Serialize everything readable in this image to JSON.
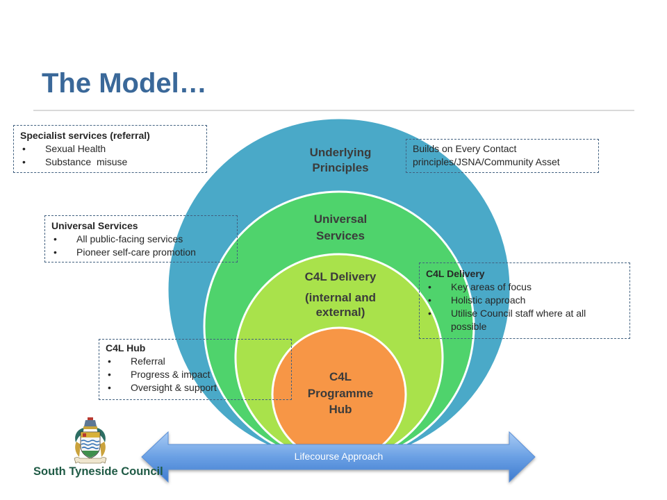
{
  "slide": {
    "title": "The Model…"
  },
  "target_diagram": {
    "rings": [
      {
        "lines": [
          "Underlying",
          "Principles"
        ],
        "color": "#4aa9c8"
      },
      {
        "lines": [
          "Universal",
          "Services"
        ],
        "color": "#4fd36c"
      },
      {
        "lines": [
          "C4L Delivery",
          "(internal and",
          "external)"
        ],
        "color": "#a9e24b"
      },
      {
        "lines": [
          "C4L",
          "Programme",
          "Hub"
        ],
        "color": "#f79646"
      }
    ]
  },
  "callouts": {
    "specialist": {
      "heading": "Specialist services (referral)",
      "bullets": [
        "Sexual Health",
        "Substance  misuse"
      ]
    },
    "builds_on": {
      "lines": [
        "Builds on Every Contact",
        "principles/JSNA/Community Asset"
      ]
    },
    "universal": {
      "heading": "Universal Services",
      "bullets": [
        "All public-facing services",
        "Pioneer self-care promotion"
      ]
    },
    "delivery": {
      "heading": "C4L Delivery",
      "bullets": [
        "Key areas of focus",
        "Holistic approach",
        "Utilise Council staff where at all possible"
      ]
    },
    "hub": {
      "heading": "C4L Hub",
      "bullets": [
        "Referral",
        "Progress & impact",
        "Oversight & support"
      ]
    }
  },
  "lifecourse_arrow": {
    "label": "Lifecourse Approach",
    "gradient": [
      "#a9cbf4",
      "#6aa0e4",
      "#3f7ccf"
    ],
    "outline": "#5b8fd6"
  },
  "logo": {
    "crest_icon": "council-crest-icon",
    "text": "South Tyneside Council"
  },
  "theme": {
    "title": "#3a6899",
    "divider": "#d9d9d9",
    "callout_border": "#41607f",
    "body_text": "#262626",
    "ring_label": "#3b3b3b",
    "arrow_label": "#ffffff",
    "logo_text": "#1f5a45"
  }
}
